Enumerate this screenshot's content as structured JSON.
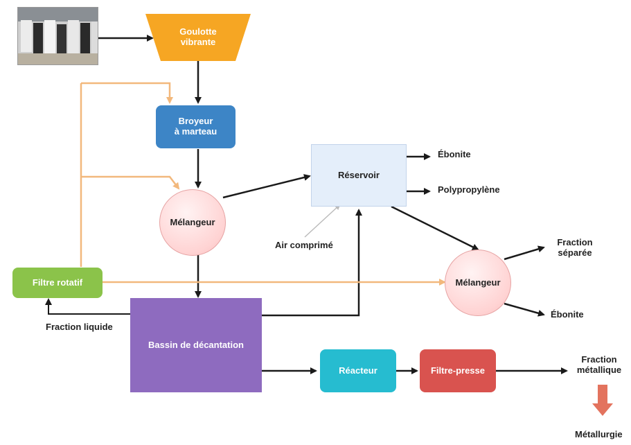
{
  "nodes": {
    "goulotte": "Goulotte\nvibrante",
    "broyeur": "Broyeur\nà marteau",
    "melangeur1": "Mélangeur",
    "reservoir": "Réservoir",
    "melangeur2": "Mélangeur",
    "filtre_rotatif": "Filtre rotatif",
    "bassin": "Bassin de décantation",
    "reacteur": "Réacteur",
    "filtre_presse": "Filtre-presse"
  },
  "outputs": {
    "ebonite_1": "Ébonite",
    "polypropylene": "Polypropylène",
    "air": "Air comprimé",
    "fraction_separee": "Fraction\nséparée",
    "ebonite_2": "Ébonite",
    "fraction_liquide": "Fraction liquide",
    "fraction_metallique": "Fraction\nmétallique",
    "metallurgie": "Métallurgie"
  },
  "colors": {
    "goulotte": "#f6a623",
    "broyeur": "#3d85c6",
    "filtre_rotatif": "#8bc34a",
    "bassin": "#8e6bbf",
    "reacteur": "#26bcd0",
    "filtre_presse": "#d9534f",
    "reservoir": "#e4eefa",
    "recycle_arrow": "#f2b87c",
    "main_arrow": "#1a1a1a",
    "down_arrow": "#e3735e"
  },
  "icons": {
    "photo": "battery-pile-photo-icon",
    "down_arrow": "down-arrow-icon"
  }
}
